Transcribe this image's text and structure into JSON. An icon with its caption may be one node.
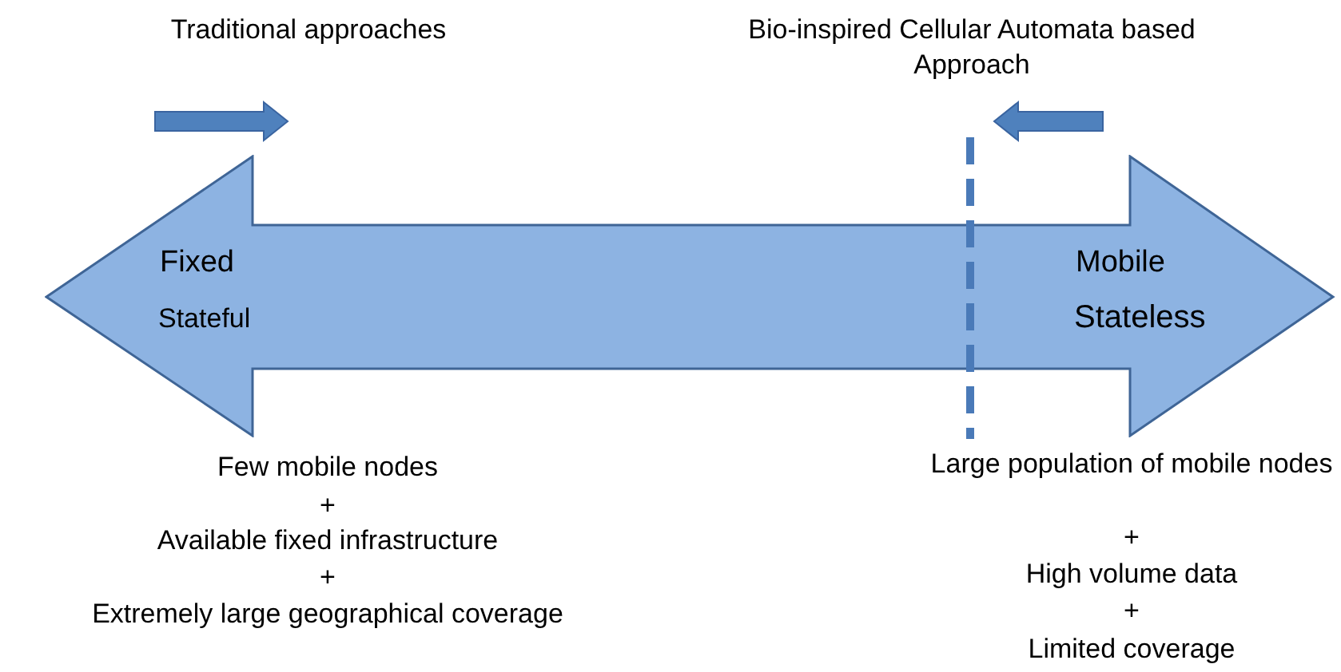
{
  "diagram": {
    "nodes": [
      {
        "text": [
          "Fixed",
          "Stateful",
          "Mobile",
          "Stateless"
        ]
      }
    ],
    "labels": [
      "Traditional approaches",
      "Bio-inspired Cellular Automata based Approach",
      "Few mobile nodes",
      "+",
      "Available fixed infrastructure",
      "+",
      "Extremely large geographical coverage",
      "Large population of mobile nodes",
      "+",
      "High volume data",
      "+",
      "Limited coverage"
    ]
  }
}
